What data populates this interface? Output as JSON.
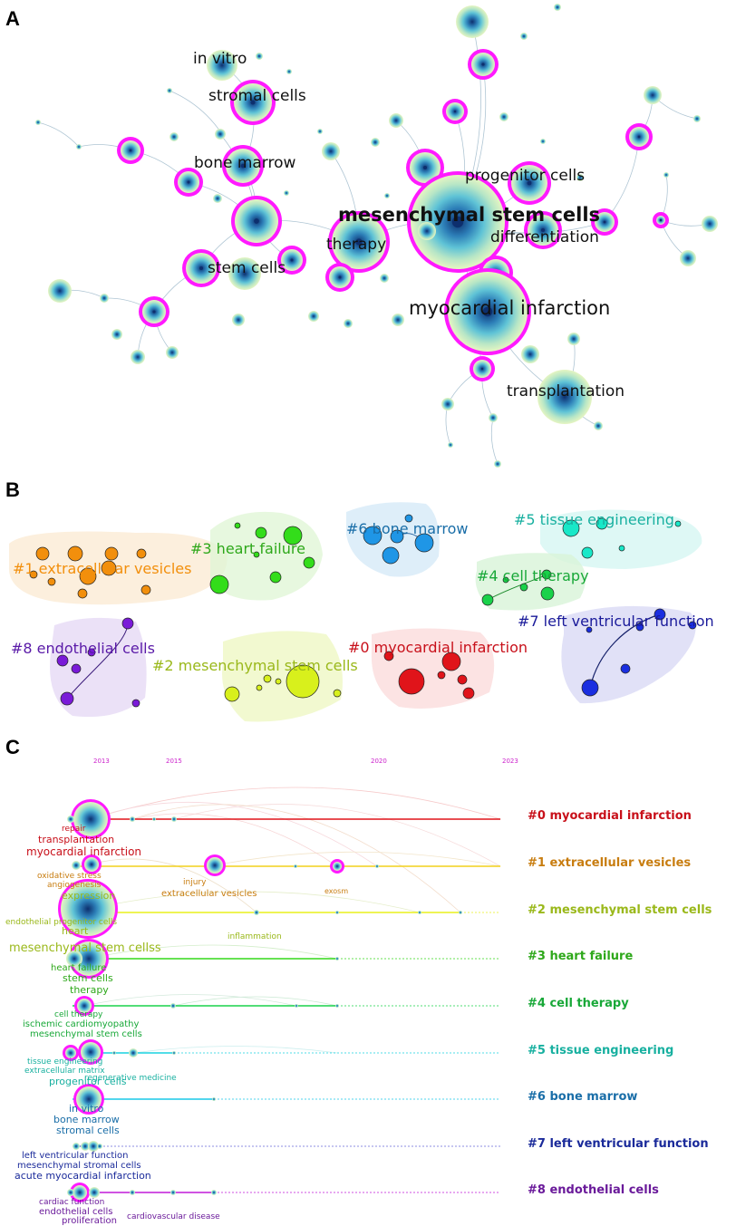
{
  "panels": {
    "a": "A",
    "b": "B",
    "c": "C"
  },
  "network": {
    "keywords": {
      "in_vitro": "in vitro",
      "stromal_cells": "stromal cells",
      "bone_marrow": "bone marrow",
      "progenitor_cells": "progenitor cells",
      "msc": "mesenchymal stem cells",
      "therapy": "therapy",
      "differentiation": "differentiation",
      "stem_cells": "stem cells",
      "myocardial_infarction": "myocardial infarction",
      "transplantation": "transplantation"
    },
    "colors": {
      "burst_ring": "#ff1aff",
      "core": "#1b4f8a",
      "mid": "#3fa7c9",
      "outer": "#d9f0b8"
    }
  },
  "clusters": {
    "c0": "#0 myocardial infarction",
    "c1": "#1 extracellular vesicles",
    "c2": "#2 mesenchymal stem cells",
    "c3": "#3 heart failure",
    "c4": "#4 cell therapy",
    "c5": "#5 tissue engineering",
    "c6": "#6 bone marrow",
    "c7": "#7 left ventricular function",
    "c8": "#8 endothelial cells",
    "colors": {
      "c0": "#e0141a",
      "c1": "#f28f0c",
      "c2": "#d8f01c",
      "c3": "#33dd1a",
      "c4": "#19d24a",
      "c5": "#19e8c8",
      "c6": "#1f96e6",
      "c7": "#1a2ee0",
      "c8": "#7a1ad8"
    }
  },
  "timeline": {
    "years": [
      "2013",
      "2015",
      "2020",
      "2023"
    ],
    "rows": [
      {
        "label": "#0 myocardial infarction",
        "color": "#c8101a",
        "terms": [
          "repair",
          "transplantation",
          "myocardial infarction"
        ],
        "term_color": "#c8101a"
      },
      {
        "label": "#1 extracellular vesicles",
        "color": "#c87d10",
        "terms": [
          "oxidative stress",
          "angiogenesis",
          "injury",
          "extracellular vesicles",
          "exosm"
        ],
        "term_color": "#c87d10"
      },
      {
        "label": "#2 mesenchymal stem cells",
        "color": "#9ab81a",
        "terms": [
          "expression",
          "endothelial progenitor cells",
          "heart",
          "inflammation",
          "mesenchymal stem cellss"
        ],
        "term_color": "#9ab81a"
      },
      {
        "label": "#3 heart failure",
        "color": "#2ea81a",
        "terms": [
          "heart failure",
          "stem cells",
          "therapy"
        ],
        "term_color": "#2ea81a"
      },
      {
        "label": "#4 cell therapy",
        "color": "#18a838",
        "terms": [
          "cell therapy",
          "ischemic cardiomyopathy",
          "mesenchymal stem cells"
        ],
        "term_color": "#18a838"
      },
      {
        "label": "#5 tissue engineering",
        "color": "#18b0a0",
        "terms": [
          "tissue engineering",
          "extracellular matrix",
          "regenerative medicine",
          "progenitor cells"
        ],
        "term_color": "#18b0a0"
      },
      {
        "label": "#6 bone marrow",
        "color": "#1a6ea8",
        "terms": [
          "in vitro",
          "bone marrow",
          "stromal cells"
        ],
        "term_color": "#1a6ea8"
      },
      {
        "label": "#7 left ventricular function",
        "color": "#1a2a9a",
        "terms": [
          "left ventricular function",
          "mesenchymal stromal cells",
          "acute myocardial infarction"
        ],
        "term_color": "#1a2a9a"
      },
      {
        "label": "#8 endothelial cells",
        "color": "#6a1a9a",
        "terms": [
          "cardiac function",
          "endothelial cells",
          "proliferation",
          "cardiovascular disease"
        ],
        "term_color": "#6a1a9a"
      }
    ]
  }
}
